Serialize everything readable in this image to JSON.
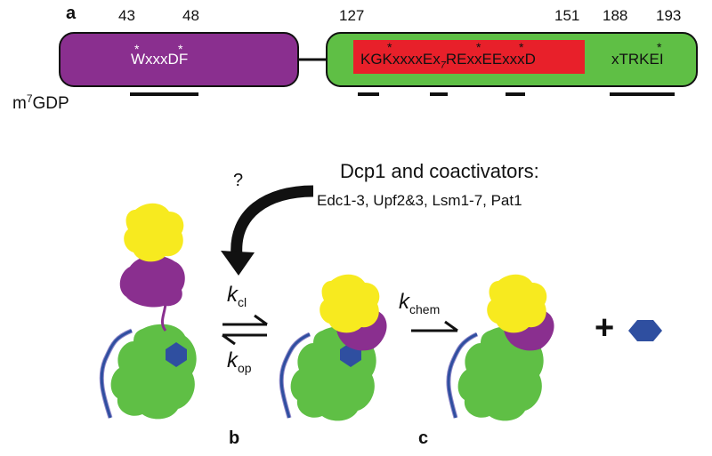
{
  "panel_a": {
    "letter": "a",
    "positions": [
      "43",
      "48",
      "127",
      "151",
      "188",
      "193"
    ],
    "motif1": "WxxxDF",
    "motif2_parts": [
      "KGKxxxxEx",
      "7",
      "RExxEExxxD"
    ],
    "motif3": "xTRKEI",
    "ligand_label_main": "m",
    "ligand_label_sup": "7",
    "ligand_label_rest": "GDP"
  },
  "coactivators": {
    "question": "?",
    "title": "Dcp1 and coactivators:",
    "list": "Edc1-3, Upf2&3, Lsm1-7, Pat1"
  },
  "rates": {
    "k": "k",
    "cl_sub": "cl",
    "op_sub": "op",
    "chem_sub": "chem"
  },
  "plus": "+",
  "panel_letters": {
    "b": "b",
    "c": "c"
  },
  "colors": {
    "purple": "#8a2f8f",
    "green": "#5fbf45",
    "red": "#e8202a",
    "yellow": "#f7ea1f",
    "blue": "#2f4fa0",
    "black": "#111111"
  }
}
